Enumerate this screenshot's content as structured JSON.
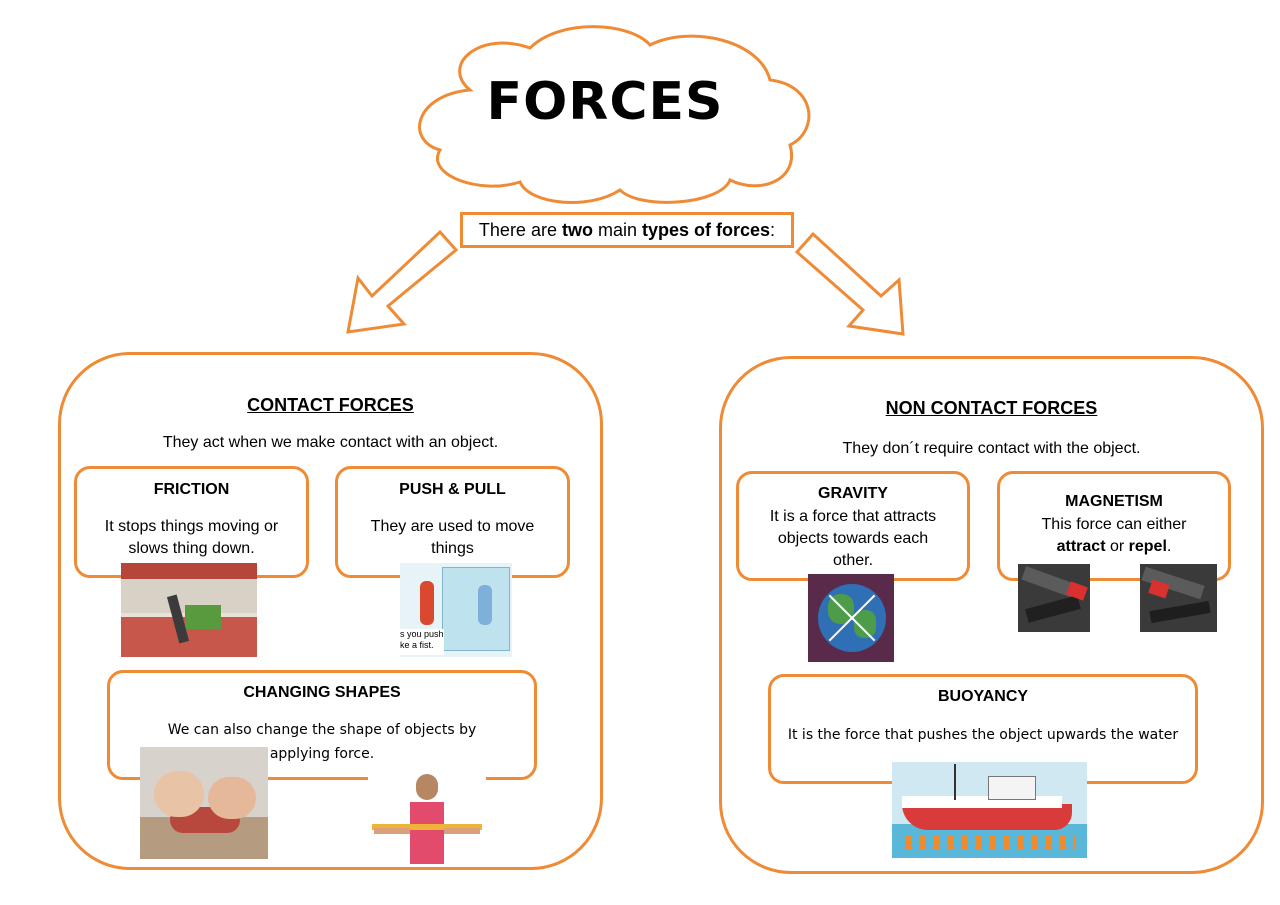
{
  "title": "FORCES",
  "intro": {
    "before": "There are ",
    "bold1": "two",
    "mid": " main ",
    "bold2": "types of forces",
    "after": ":"
  },
  "contact": {
    "heading": "CONTACT FORCES",
    "description": "They act when we make contact with an object.",
    "friction": {
      "title": "FRICTION",
      "text": "It stops things moving or slows thing down."
    },
    "push_pull": {
      "title": "PUSH & PULL",
      "text": "They are used to move things"
    },
    "changing_shapes": {
      "title": "CHANGING SHAPES",
      "text": "We can also change the shape of objects by applying force."
    },
    "push_image_caption": "s you push\nke a fist."
  },
  "non_contact": {
    "heading": "NON CONTACT FORCES",
    "description": "They don´t require contact with the object.",
    "gravity": {
      "title": "GRAVITY",
      "text": "It is a force that attracts objects towards each other."
    },
    "magnetism": {
      "title": "MAGNETISM",
      "text_before": "This force can either ",
      "bold1": "attract",
      "mid": " or ",
      "bold2": "repel",
      "after": "."
    },
    "buoyancy": {
      "title": "BUOYANCY",
      "text": "It is the force that pushes the object upwards the water"
    }
  },
  "colors": {
    "accent": "#ef8a35"
  }
}
